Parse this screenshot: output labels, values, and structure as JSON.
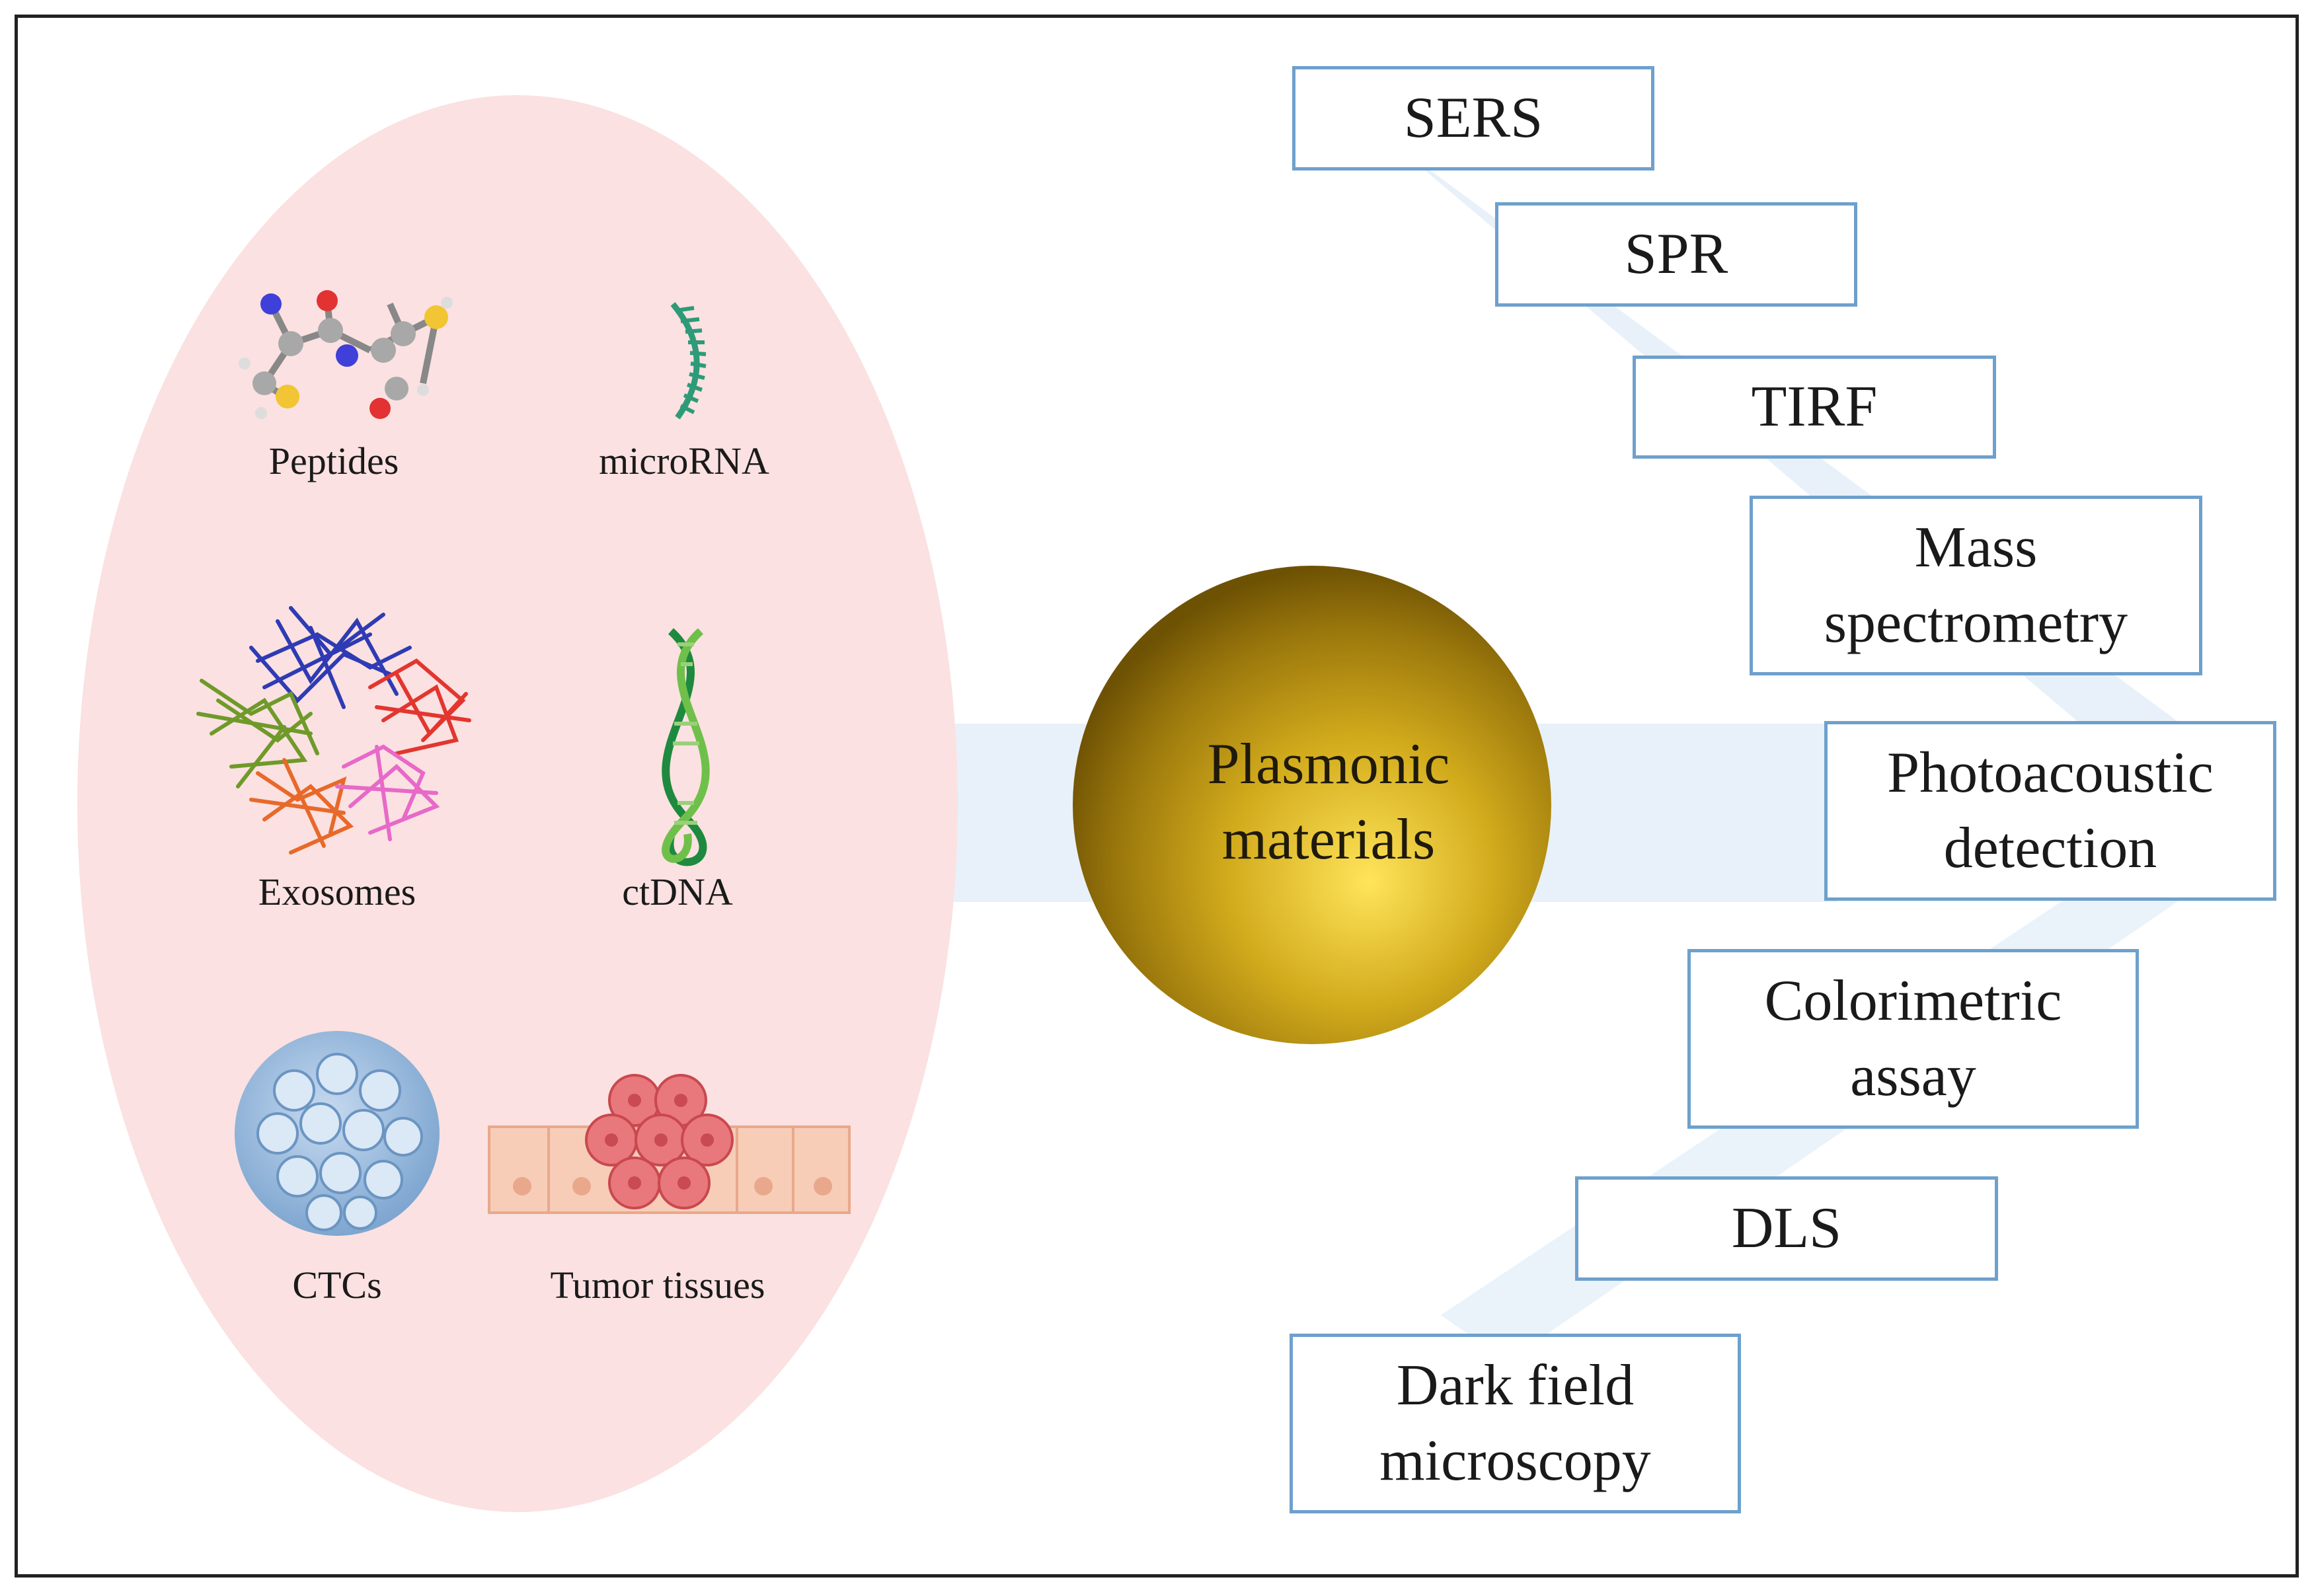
{
  "diagram": {
    "center_label": "Plasmonic\nmaterials",
    "biomarkers": [
      {
        "name": "Peptides",
        "icon": "peptide-molecule-icon"
      },
      {
        "name": "microRNA",
        "icon": "microrna-strand-icon"
      },
      {
        "name": "Exosomes",
        "icon": "exosome-cluster-icon"
      },
      {
        "name": "ctDNA",
        "icon": "dna-helix-icon"
      },
      {
        "name": "CTCs",
        "icon": "ctc-cell-icon"
      },
      {
        "name": "Tumor tissues",
        "icon": "tumor-tissue-icon"
      }
    ],
    "techniques": [
      "SERS",
      "SPR",
      "TIRF",
      "Mass\nspectrometry",
      "Photoacoustic\ndetection",
      "Colorimetric\nassay",
      "DLS",
      "Dark field\nmicroscopy"
    ]
  },
  "colors": {
    "ellipse_fill": "#fbe1e1",
    "box_border": "#6ea0cc",
    "band": "#e8f1f9",
    "sphere_light": "#ffe45a",
    "sphere_dark": "#6e5204"
  }
}
